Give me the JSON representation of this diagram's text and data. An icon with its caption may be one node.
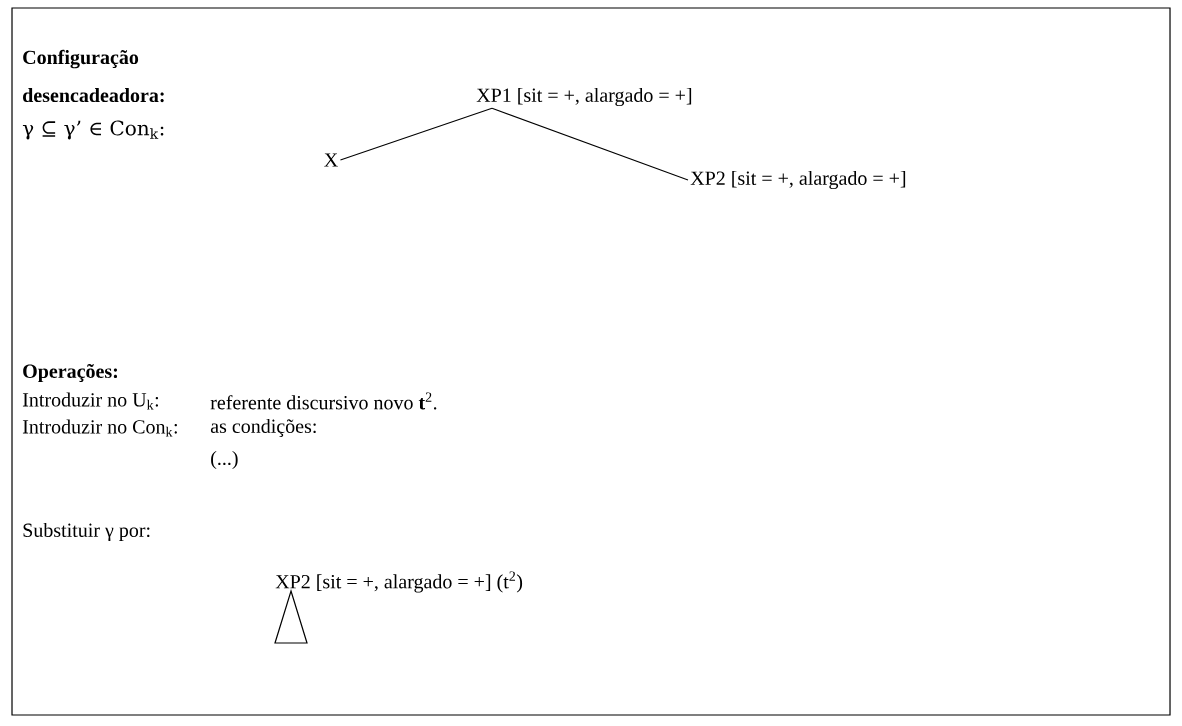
{
  "diagram": {
    "nodes": [
      {
        "text": [
          "XP1 [sit = +, alargado = +]"
        ]
      },
      {
        "text": [
          "X"
        ]
      },
      {
        "text": [
          "XP2 [sit = +, alargado = +]"
        ]
      }
    ],
    "edges": [
      {
        "from": 0,
        "to": 1,
        "arrow": "none"
      },
      {
        "from": 0,
        "to": 2,
        "arrow": "none"
      }
    ],
    "labels": [
      "Configuração desencadeadora:",
      "γ ⊆ γ’ ∈ Con$_{k}$:",
      "Operações:",
      "Introduzir no U$_{k}$:",
      "referente discursivo novo **t**$^{2}$.",
      "Introduzir no Con$_{k}$:",
      "as condições:",
      "(...)",
      "Substituir γ por:",
      "XP2 [sit = +, alargado = +] (t$^{2}$)"
    ]
  }
}
